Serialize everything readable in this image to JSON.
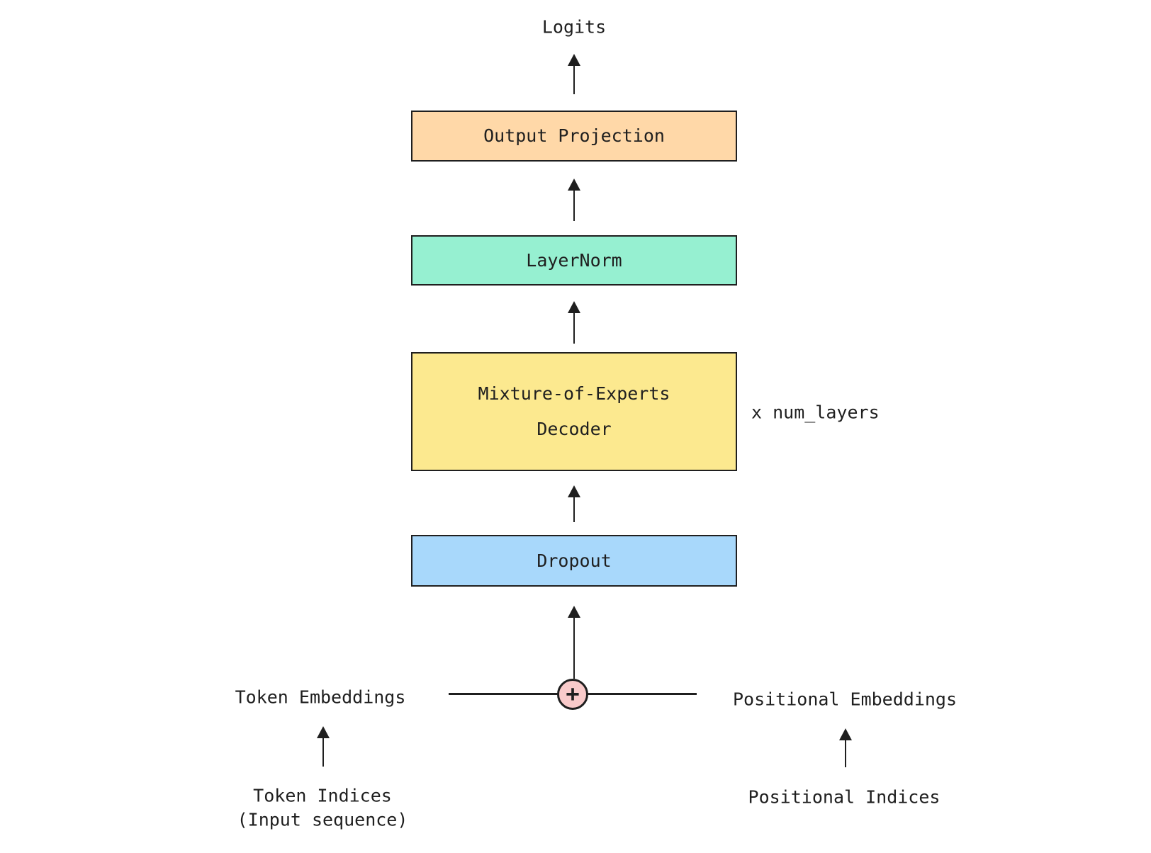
{
  "flow": {
    "output_label": "Logits",
    "boxes": {
      "output_projection": {
        "label": "Output Projection",
        "fill": "#FFD8A8"
      },
      "layernorm": {
        "label": "LayerNorm",
        "fill": "#96F0D1"
      },
      "moe_decoder": {
        "line1": "Mixture-of-Experts",
        "line2": "Decoder",
        "fill": "#FCE98F"
      },
      "dropout": {
        "label": "Dropout",
        "fill": "#A8D8FB"
      }
    },
    "repeat_annotation": "x num_layers",
    "sum_node": {
      "symbol": "+",
      "fill": "#F9CACA"
    }
  },
  "inputs": {
    "left": {
      "embedding_label": "Token Embeddings",
      "source_line1": "Token Indices",
      "source_line2": "(Input sequence)"
    },
    "right": {
      "embedding_label": "Positional Embeddings",
      "source_label": "Positional Indices"
    }
  },
  "colors": {
    "ink": "#1F1F1F",
    "background": "#FFFFFF"
  }
}
